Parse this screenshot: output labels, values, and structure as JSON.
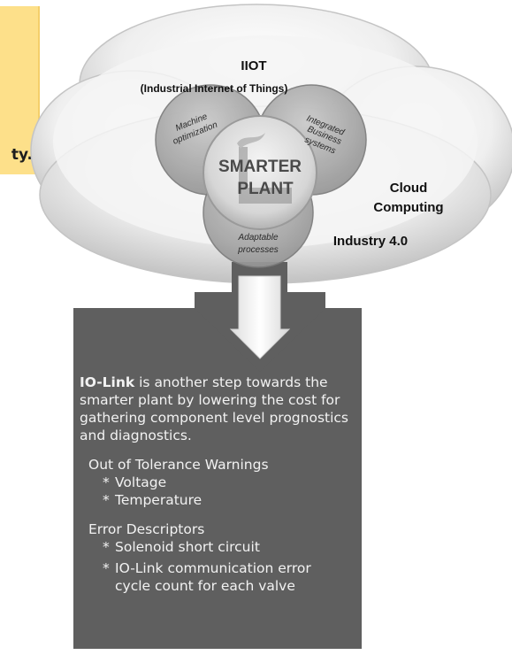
{
  "left_note": {
    "fragment": "ty."
  },
  "cloud": {
    "iiot_title": "IIOT",
    "iiot_subtitle": "(Industrial Internet of Things)",
    "cloud_computing": [
      "Cloud",
      "Computing"
    ],
    "industry": "Industry 4.0"
  },
  "venn": {
    "machine": [
      "Machine",
      "optimization"
    ],
    "integrated": [
      "Integrated",
      "Business",
      "systems"
    ],
    "adaptable": [
      "Adaptable",
      "processes"
    ],
    "center": [
      "SMARTER",
      "PLANT"
    ]
  },
  "panel": {
    "lead_strong": "IO-Link",
    "lead_rest": " is another step towards the smarter plant by lowering the cost for gathering component level prognostics and diagnostics.",
    "groups": [
      {
        "title": "Out of Tolerance Warnings",
        "items": [
          {
            "bullet": "*",
            "text": "Voltage"
          },
          {
            "bullet": "*",
            "text": "Temperature"
          }
        ]
      },
      {
        "title": "Error Descriptors",
        "items": [
          {
            "bullet": "*",
            "text": "Solenoid short circuit"
          },
          {
            "bullet": "*",
            "text": "IO-Link communication error",
            "cont": "cycle count for each valve"
          }
        ]
      }
    ]
  },
  "colors": {
    "panel_bg": "#5f5f5f",
    "cloud_light": "#f7f7f7",
    "cloud_dark": "#bdbdbd",
    "note_bg": "#fde08a"
  }
}
